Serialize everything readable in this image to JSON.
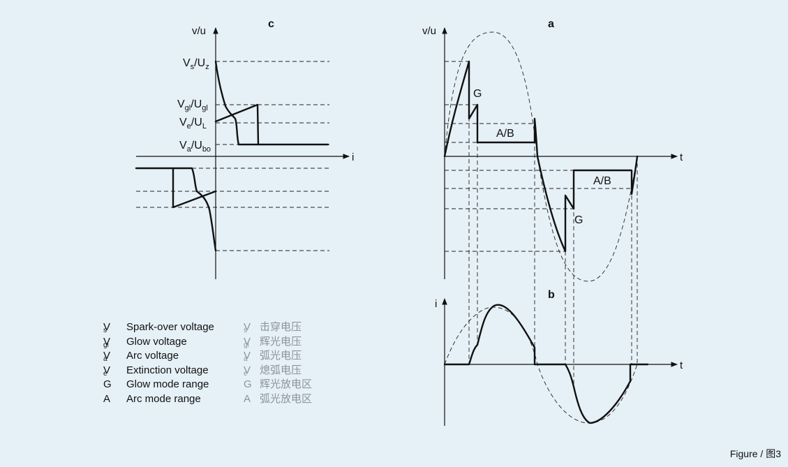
{
  "panels": {
    "a": "a",
    "b": "b",
    "c": "c"
  },
  "axes": {
    "vu": "v/u",
    "i": "i",
    "t": "t"
  },
  "voltage_labels": {
    "vs_main": "V",
    "vs_sub": "s",
    "uz_main": "U",
    "uz_sub": "z",
    "vgl_main": "V",
    "vgl_sub": "gl",
    "ugl_main": "U",
    "ugl_sub": "gl",
    "ve_main": "V",
    "ve_sub": "e",
    "ul_main": "U",
    "ul_sub": "L",
    "va_main": "V",
    "va_sub": "a",
    "ubo_main": "U",
    "ubo_sub": "bo",
    "sep": "/"
  },
  "region_labels": {
    "glow": "G",
    "arc": "A/B"
  },
  "legend": [
    {
      "sym": "V",
      "sub": "s",
      "en": "Spark-over voltage",
      "zh": "击穿电压"
    },
    {
      "sym": "V",
      "sub": "gl",
      "en": "Glow voltage",
      "zh": "辉光电压"
    },
    {
      "sym": "V",
      "sub": "a",
      "en": "Arc voltage",
      "zh": "弧光电压"
    },
    {
      "sym": "V",
      "sub": "e",
      "en": "Extinction voltage",
      "zh": "熄弧电压"
    },
    {
      "sym": "G",
      "sub": "",
      "en": "Glow mode range",
      "zh": "辉光放电区"
    },
    {
      "sym": "A",
      "sub": "",
      "en": "Arc mode range",
      "zh": "弧光放电区"
    }
  ],
  "caption": "Figure / 图3",
  "colors": {
    "background": "#e6f0f7",
    "ink": "#111111",
    "chinese_text": "#8c949a"
  }
}
